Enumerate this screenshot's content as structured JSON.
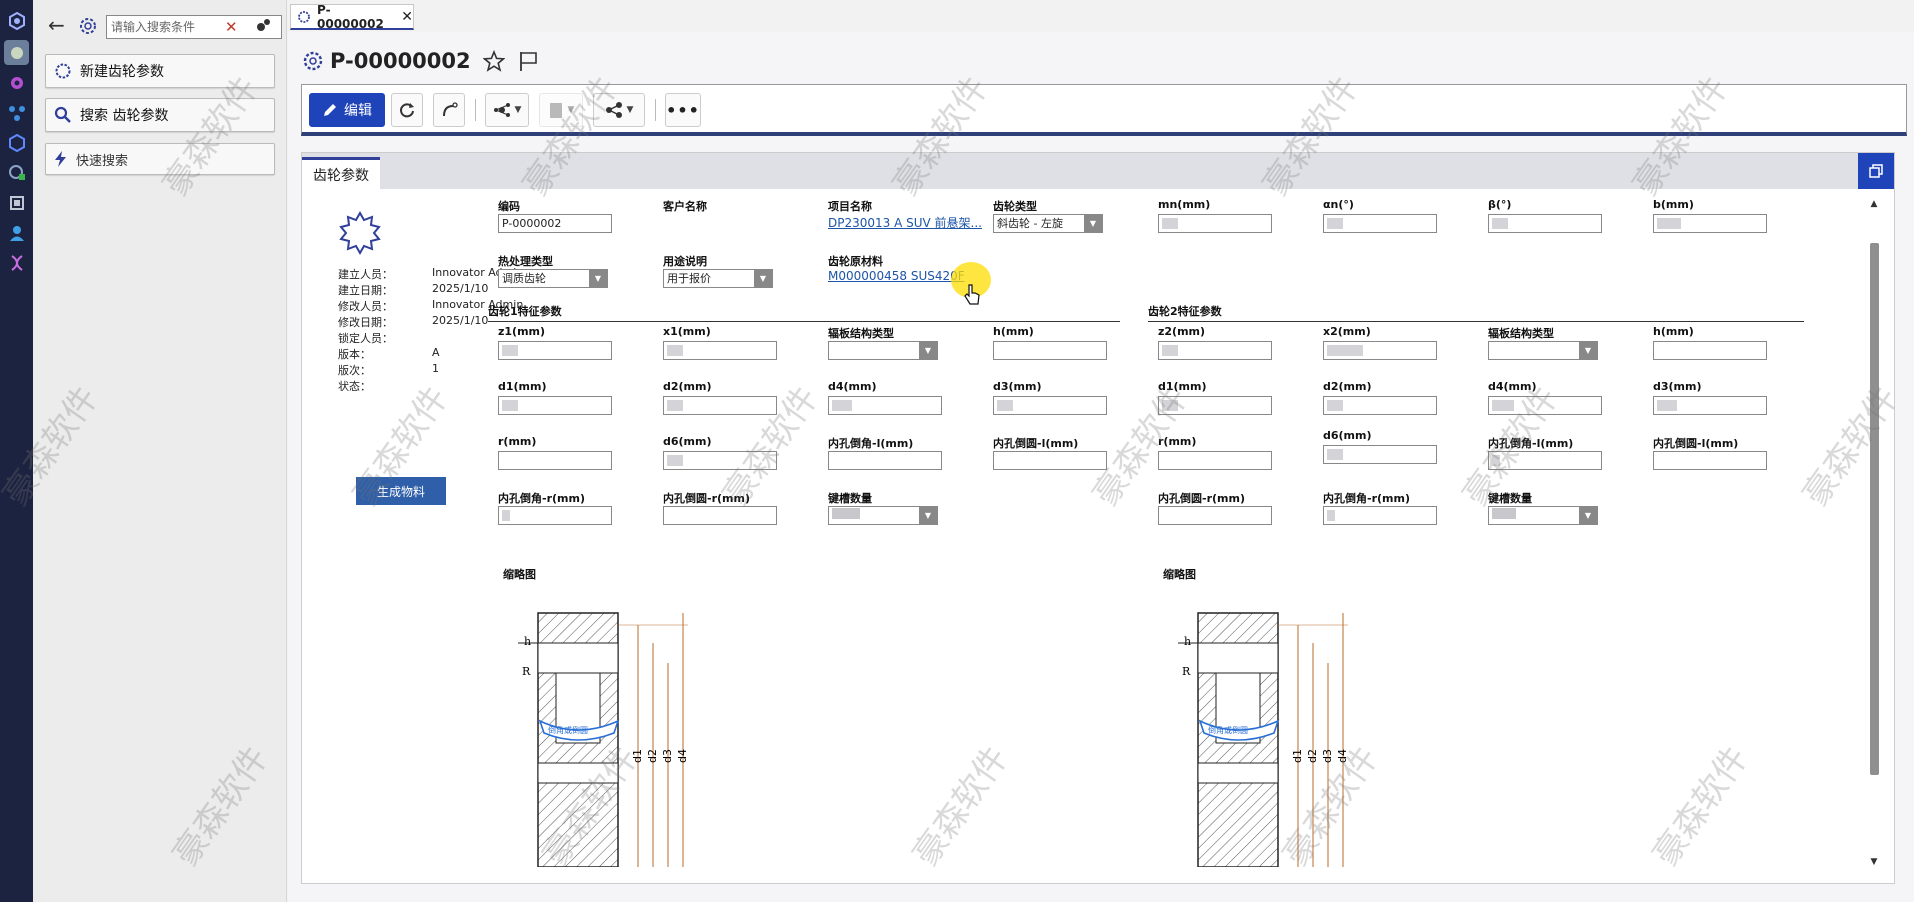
{
  "sidebar": {
    "search_placeholder": "请输入搜索条件",
    "items": [
      {
        "label": "新建齿轮参数"
      },
      {
        "label": "搜索 齿轮参数"
      },
      {
        "label": "快速搜索"
      }
    ]
  },
  "tab": {
    "label": "P-00000002"
  },
  "header": {
    "title": "P-00000002"
  },
  "toolbar": {
    "edit_label": "编辑"
  },
  "panel": {
    "tab_label": "齿轮参数"
  },
  "info": {
    "rows": [
      {
        "key": "建立人员：",
        "value": "Innovator Admin"
      },
      {
        "key": "建立日期：",
        "value": "2025/1/10"
      },
      {
        "key": "修改人员：",
        "value": "Innovator Admin"
      },
      {
        "key": "修改日期：",
        "value": "2025/1/10"
      },
      {
        "key": "锁定人员：",
        "value": ""
      },
      {
        "key": "版本：",
        "value": "A"
      },
      {
        "key": "版次：",
        "value": "1"
      },
      {
        "key": "状态：",
        "value": ""
      }
    ],
    "generate_button": "生成物料"
  },
  "fields": {
    "code": {
      "label": "编码",
      "value": "P-0000002"
    },
    "customer": {
      "label": "客户名称"
    },
    "project": {
      "label": "项目名称",
      "value": "DP230013 A SUV 前悬架..."
    },
    "gear_type": {
      "label": "齿轮类型",
      "value": "斜齿轮 - 左旋"
    },
    "mn": {
      "label": "mn(mm)"
    },
    "an": {
      "label": "αn(°)"
    },
    "beta": {
      "label": "β(°)"
    },
    "b": {
      "label": "b(mm)"
    },
    "heat": {
      "label": "热处理类型",
      "value": "调质齿轮"
    },
    "usage": {
      "label": "用途说明",
      "value": "用于报价"
    },
    "material": {
      "label": "齿轮原材料",
      "value": "M000000458 SUS420F"
    }
  },
  "gear1": {
    "title": "齿轮1特征参数",
    "z": "z1(mm)",
    "x": "x1(mm)",
    "web": "辐板结构类型",
    "h": "h(mm)",
    "d1": "d1(mm)",
    "d2": "d2(mm)",
    "d4": "d4(mm)",
    "d3": "d3(mm)",
    "r": "r(mm)",
    "d6": "d6(mm)",
    "chamfer_l": "内孔倒角-l(mm)",
    "fillet_l": "内孔倒圆-l(mm)",
    "chamfer_r": "内孔倒角-r(mm)",
    "fillet_r": "内孔倒圆-r(mm)",
    "keyway": "键槽数量",
    "thumb": "缩略图"
  },
  "gear2": {
    "title": "齿轮2特征参数",
    "z": "z2(mm)",
    "x": "x2(mm)",
    "web": "辐板结构类型",
    "h": "h(mm)",
    "d1": "d1(mm)",
    "d2": "d2(mm)",
    "d4": "d4(mm)",
    "d3": "d3(mm)",
    "r": "r(mm)",
    "d6": "d6(mm)",
    "chamfer_l": "内孔倒角-l(mm)",
    "fillet_l": "内孔倒圆-l(mm)",
    "fillet_r": "内孔倒圆-r(mm)",
    "chamfer_r": "内孔倒角-r(mm)",
    "keyway": "键槽数量",
    "thumb": "缩略图"
  },
  "drawing": {
    "h": "h",
    "R": "R",
    "note1": "倒角或倒圆",
    "note2": "倒角或倒圆",
    "dims": [
      "d1",
      "d2",
      "d3",
      "d4"
    ]
  },
  "watermark": "豪森软件",
  "colors": {
    "accent": "#1f43b8",
    "rail": "#1c2340",
    "link": "#1d55a8"
  }
}
